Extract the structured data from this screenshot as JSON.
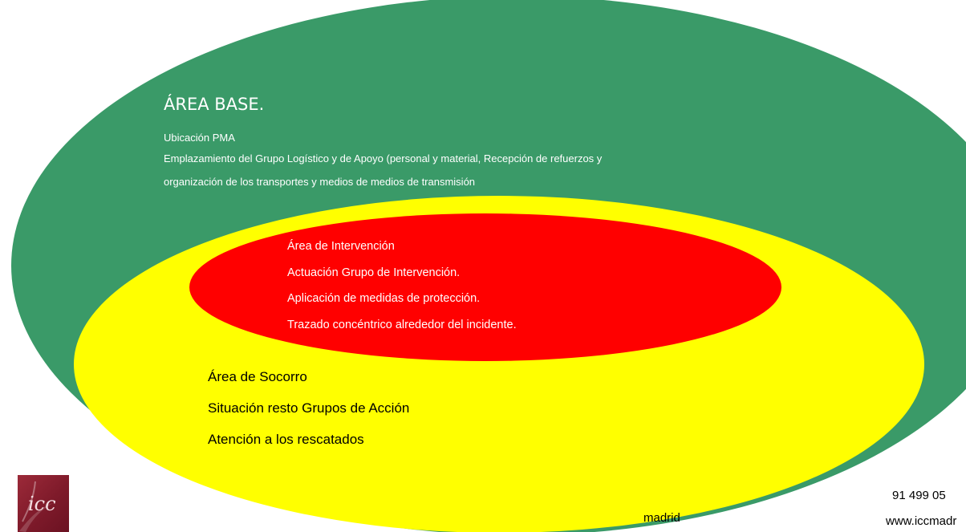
{
  "colors": {
    "outer_area": "#3a9a68",
    "middle_area": "#ffff00",
    "inner_area": "#ff0000",
    "outer_text": "#ffffff",
    "inner_text": "#ffffff",
    "middle_text": "#000000",
    "logo_background": "#8b1e30"
  },
  "area_base": {
    "title": "ÁREA BASE.",
    "lines": [
      "Ubicación PMA",
      "Emplazamiento del Grupo Logístico y de Apoyo (personal y material, Recepción de refuerzos y",
      "organización de los transportes y medios de medios de transmisión"
    ]
  },
  "area_intervencion": {
    "lines": [
      "Área de Intervención",
      "Actuación Grupo de Intervención.",
      "Aplicación de medidas de protección.",
      "Trazado concéntrico alrededor del incidente."
    ]
  },
  "area_socorro": {
    "lines": [
      "Área de Socorro",
      "Situación resto Grupos de Acción",
      "Atención a los rescatados"
    ]
  },
  "footer": {
    "left_fragment": "madrid",
    "phone_fragment": "91 499 05",
    "web_fragment": "www.iccmadr"
  },
  "logo": {
    "text": "icc",
    "icon": "icc-logo"
  }
}
